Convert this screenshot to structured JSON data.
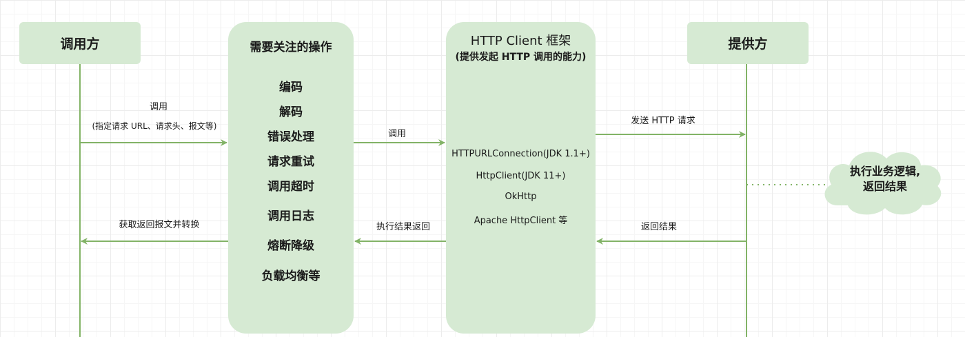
{
  "caller": {
    "label": "调用方"
  },
  "provider": {
    "label": "提供方"
  },
  "operations": {
    "title": "需要关注的操作",
    "items": [
      "编码",
      "解码",
      "错误处理",
      "请求重试",
      "调用超时",
      "调用日志",
      "熔断降级",
      "负载均衡等"
    ]
  },
  "framework": {
    "title": "HTTP Client 框架",
    "subtitle": "(提供发起 HTTP 调用的能力)",
    "items": [
      "HTTPURLConnection(JDK 1.1+)",
      "HttpClient(JDK 11+)",
      "OkHttp",
      "Apache HttpClient 等"
    ]
  },
  "messages": {
    "call": "调用",
    "call_detail": "(指定请求 URL、请求头、报文等)",
    "call_framework": "调用",
    "send_request": "发送 HTTP 请求",
    "return_result": "返回结果",
    "exec_return": "执行结果返回",
    "get_response": "获取返回报文并转换"
  },
  "cloud": {
    "line1": "执行业务逻辑,",
    "line2": "返回结果"
  },
  "colors": {
    "box_fill": "#d6ead3",
    "line": "#82b366"
  }
}
